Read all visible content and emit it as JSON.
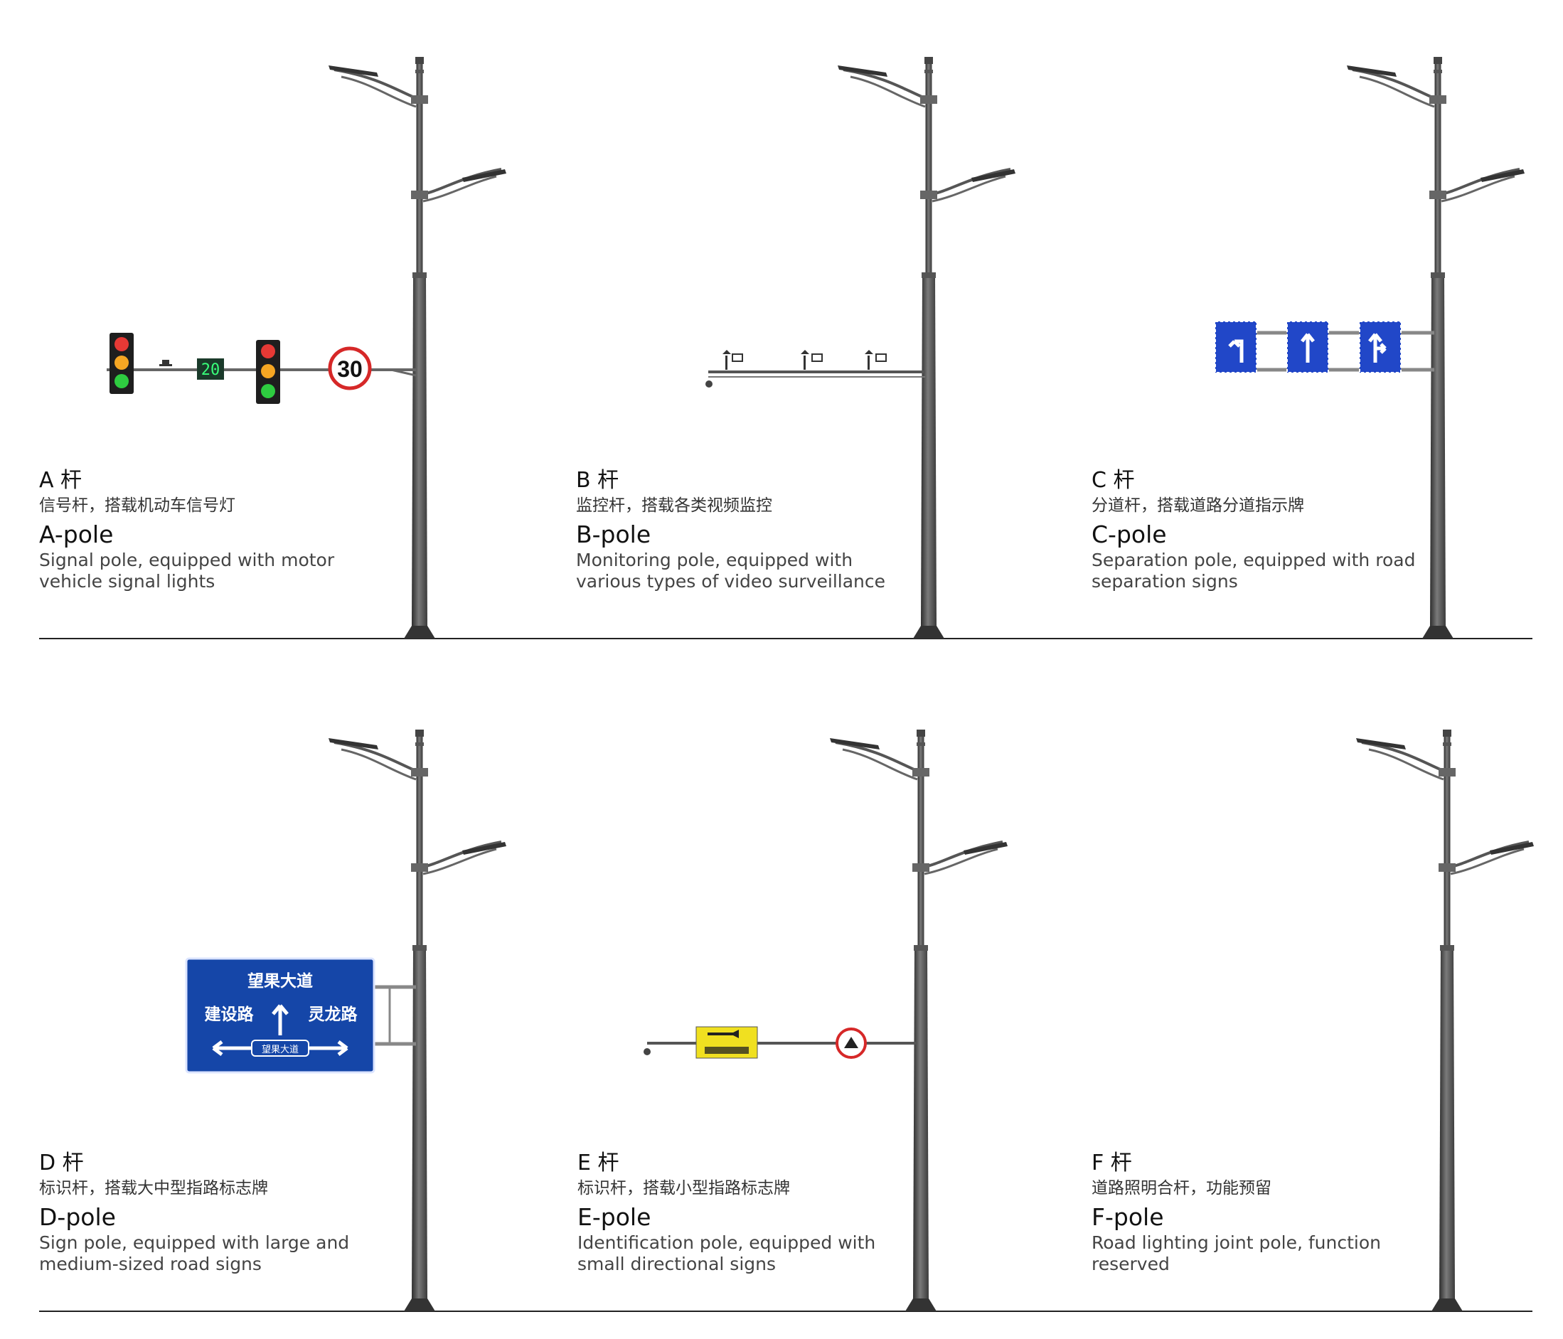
{
  "poles": [
    {
      "id": "A",
      "cn_title": "A 杆",
      "cn_desc": "信号杆，搭载机动车信号灯",
      "en_title": "A-pole",
      "en_desc": "Signal pole, equipped with motor vehicle signal lights",
      "attachments": {
        "countdown": "20",
        "speed_limit": "30"
      }
    },
    {
      "id": "B",
      "cn_title": "B 杆",
      "cn_desc": "监控杆，搭载各类视频监控",
      "en_title": "B-pole",
      "en_desc": "Monitoring pole, equipped with various types of video surveillance"
    },
    {
      "id": "C",
      "cn_title": "C 杆",
      "cn_desc": "分道杆，搭载道路分道指示牌",
      "en_title": "C-pole",
      "en_desc": "Separation pole, equipped with road separation signs"
    },
    {
      "id": "D",
      "cn_title": "D 杆",
      "cn_desc": "标识杆，搭载大中型指路标志牌",
      "en_title": "D-pole",
      "en_desc": "Sign pole, equipped with large and medium-sized road signs",
      "sign": {
        "top": "望果大道",
        "left": "建设路",
        "right": "灵龙路",
        "bottom": "望果大道"
      }
    },
    {
      "id": "E",
      "cn_title": "E 杆",
      "cn_desc": "标识杆，搭载小型指路标志牌",
      "en_title": "E-pole",
      "en_desc": "Identification pole, equipped with small directional signs"
    },
    {
      "id": "F",
      "cn_title": "F 杆",
      "cn_desc": "道路照明合杆，功能预留",
      "en_title": "F-pole",
      "en_desc": "Road lighting joint pole, function reserved"
    }
  ],
  "colors": {
    "pole": "#4a4a4a",
    "ground": "#222222",
    "signal_red": "#e53935",
    "signal_amber": "#f5a623",
    "signal_green": "#2ecc40",
    "lane_sign_blue": "#2147c8",
    "road_sign_blue": "#1546a8",
    "warning_yellow": "#f0e020"
  },
  "icons": [
    "traffic-light-icon",
    "camera-icon",
    "arrow-left-turn-icon",
    "arrow-straight-icon",
    "arrow-straight-right-icon"
  ]
}
